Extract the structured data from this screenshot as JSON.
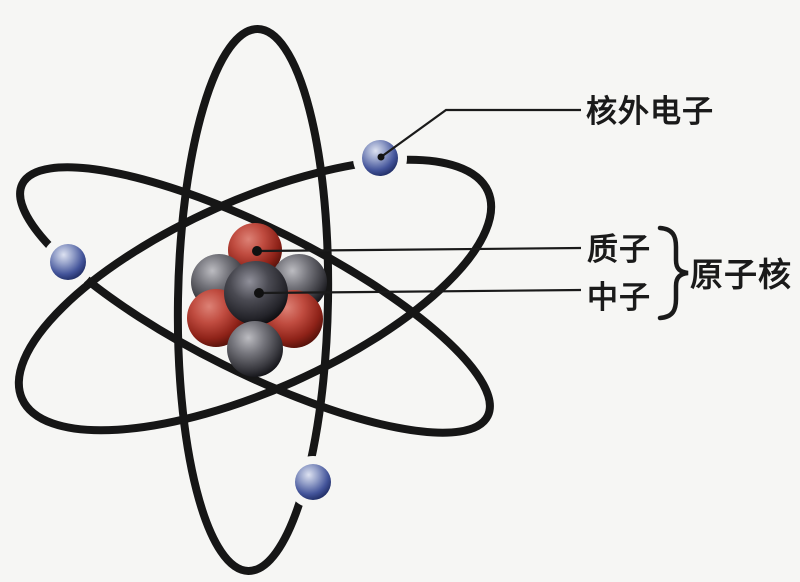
{
  "diagram": {
    "type": "atom-structure-diagram",
    "labels": {
      "electron": "核外电子",
      "proton": "质子",
      "neutron": "中子",
      "nucleus": "原子核"
    },
    "particles": {
      "electrons_shown": 3,
      "proton_spheres_shown": 3,
      "neutron_spheres_shown": 4,
      "orbits_shown": 3
    },
    "colors": {
      "background": "#f6f6f4",
      "orbit_stroke": "#161616",
      "pointer_line": "#1a1a1a",
      "label_text": "#1a1a1a",
      "electron_sphere": "#4d5f9e",
      "proton_sphere": "#b03a32",
      "neutron_sphere": "#3a3a3e"
    }
  }
}
